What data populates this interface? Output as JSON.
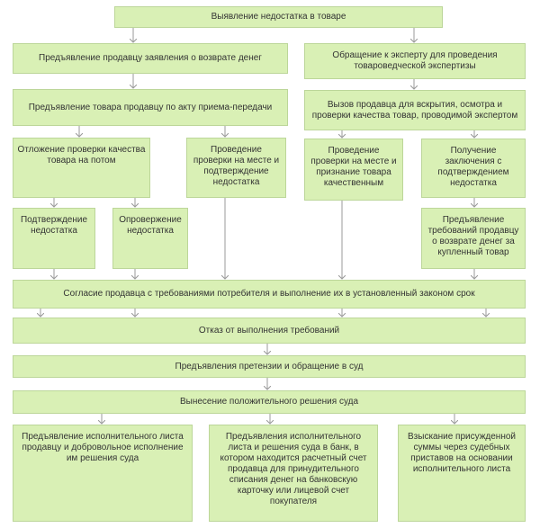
{
  "boxes": {
    "defect": "Выявление недостатка в товаре",
    "refund_claim": "Предъявление продавцу заявления о возврате денег",
    "expert_request": "Обращение к эксперту для проведения товароведческой экспертизы",
    "act_transfer": "Предъявление товара продавцу по акту приема-передачи",
    "seller_summon": "Вызов продавца для вскрытия, осмотра и проверки качества товар, проводимой экспертом",
    "defer_check": "Отложение проверки качества товара на потом",
    "onsite_confirm": "Проведение проверки на месте и подтверждение недостатка",
    "onsite_quality": "Проведение проверки на месте и признание товара качественным",
    "conclusion": "Получение заключения с подтверждением недостатка",
    "defect_confirm": "Подтверждение недостатка",
    "defect_refute": "Опровержение недостатка",
    "refund_demand": "Предъявление требований продавцу о возврате денег за купленный товар",
    "agreement": "Согласие продавца с требованиями потребителя и выполнение их в установленный законом срок",
    "refusal": "Отказ от выполнения требований",
    "court_claim": "Предъявления претензии и обращение в суд",
    "positive_ruling": "Вынесение положительного решения суда",
    "writ_seller": "Предъявление исполнительного листа продавцу и добровольное исполнение им решения суда",
    "writ_bank": "Предъявления исполнительного листа и решения суда в банк, в котором находится расчетный счет продавца для принудительного списания денег на банковскую карточку или лицевой счет покупателя",
    "bailiffs": "Взыскание присужденной суммы через судебных приставов на основании исполнительного листа"
  },
  "colors": {
    "box_fill": "#d9f0b5",
    "box_border": "#bcd699",
    "arrow": "#999999",
    "text": "#333333"
  }
}
